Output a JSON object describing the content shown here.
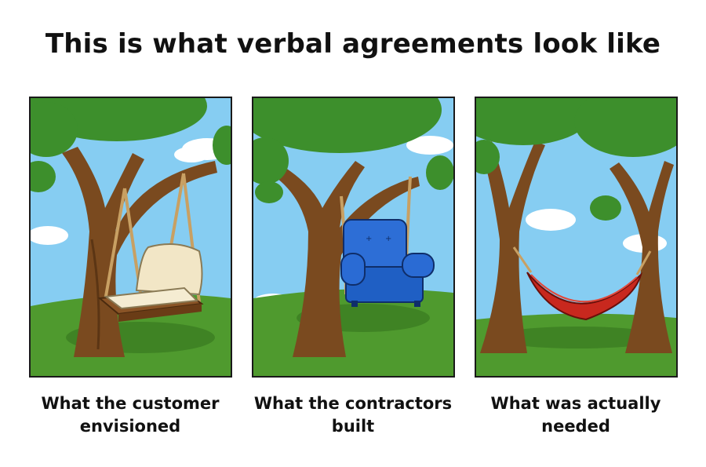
{
  "title": "This is what verbal agreements look like",
  "panels": [
    {
      "caption": "What the customer envisioned"
    },
    {
      "caption": "What the contractors built"
    },
    {
      "caption": "What was actually needed"
    }
  ],
  "colors": {
    "sky": "#7cc8f0",
    "grass": "#4f9a2e",
    "foliage": "#3d8f2c",
    "trunk": "#7a4a1f",
    "rope": "#c8a063",
    "cushion": "#f2e6c6",
    "armchair": "#1f5fc4",
    "hammock": "#c8281e"
  }
}
